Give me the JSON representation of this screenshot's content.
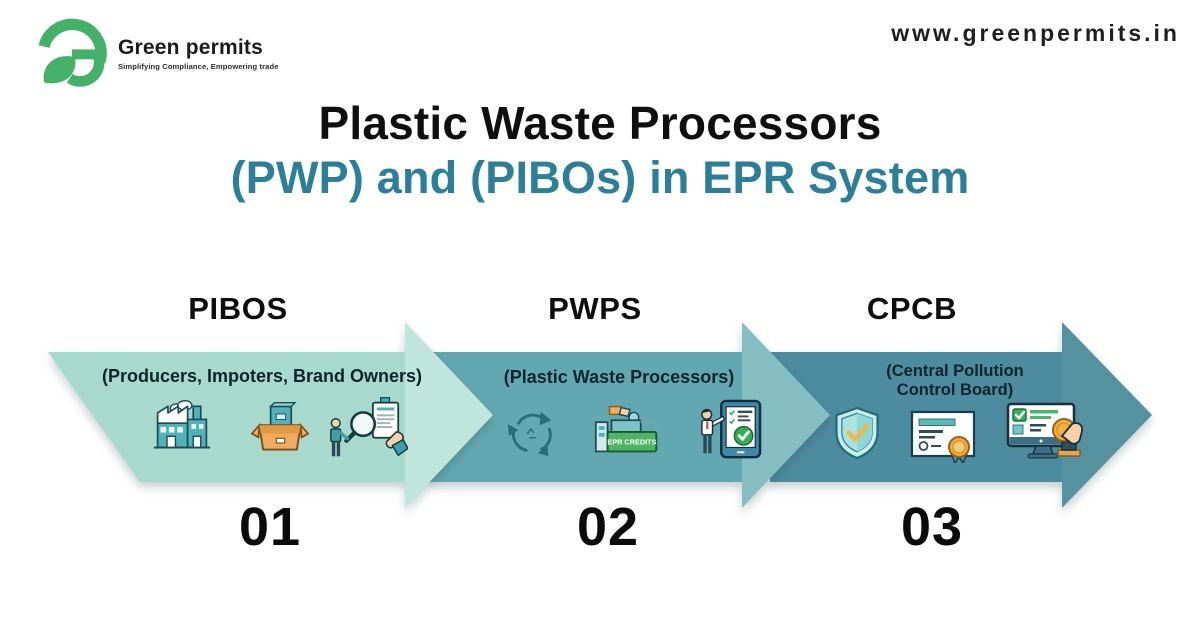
{
  "brand": {
    "name": "Green permits",
    "tagline": "Simplifying Compliance, Empowering trade",
    "logo_color": "#45b068"
  },
  "website": "www.greenpermits.in",
  "title": {
    "line1": "Plastic Waste Processors",
    "line2": "(PWP) and (PIBOs) in EPR System",
    "accent_color": "#2b7f98"
  },
  "steps": [
    {
      "label": "PIBOS",
      "subtitle": "(Producers, Impoters, Brand Owners)",
      "number": "01",
      "band_color": "#a7dacc",
      "head_color": "#c0e6db",
      "icons": [
        "factory-icon",
        "open-box-icon",
        "inspection-icon"
      ]
    },
    {
      "label": "PWPS",
      "subtitle": "(Plastic Waste Processors)",
      "number": "02",
      "band_color": "#63a8b0",
      "head_color": "#85bec2",
      "machine_label": "EPR CREDITS",
      "icons": [
        "recycle-icon",
        "epr-credits-machine-icon",
        "tablet-approval-icon"
      ]
    },
    {
      "label": "CPCB",
      "subtitle": "(Central Pollution Control Board)",
      "number": "03",
      "band_color": "#4d8b9e",
      "head_color": "#55919f",
      "icons": [
        "shield-check-icon",
        "certificate-icon",
        "online-stamp-approval-icon"
      ]
    }
  ]
}
